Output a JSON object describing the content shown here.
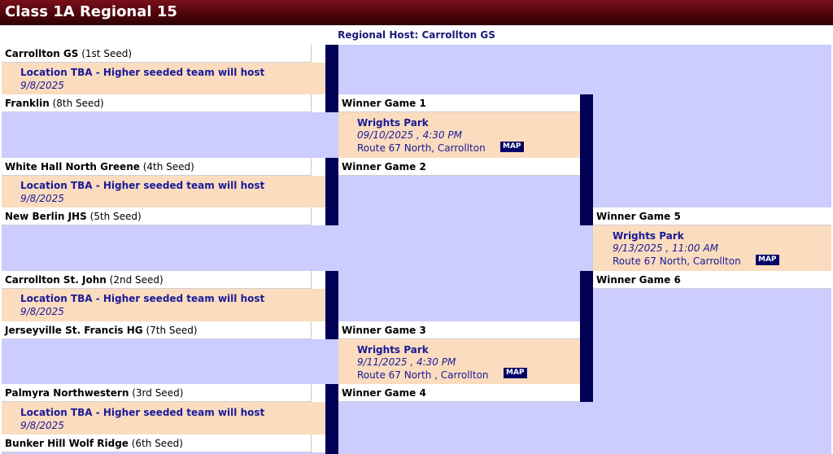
{
  "header": {
    "title": "Class 1A Regional 15"
  },
  "host": {
    "label": "Regional Host: Carrollton GS"
  },
  "round1": [
    {
      "team_a": "Carrollton GS",
      "seed_a": "(1st Seed)",
      "loc_title": "Location TBA - Higher seeded team will host",
      "loc_date": "9/8/2025",
      "team_b": "Franklin",
      "seed_b": "(8th Seed)"
    },
    {
      "team_a": "White Hall North Greene",
      "seed_a": "(4th Seed)",
      "loc_title": "Location TBA - Higher seeded team will host",
      "loc_date": "9/8/2025",
      "team_b": "New Berlin JHS",
      "seed_b": "(5th Seed)"
    },
    {
      "team_a": "Carrollton St. John",
      "seed_a": "(2nd Seed)",
      "loc_title": "Location TBA - Higher seeded team will host",
      "loc_date": "9/8/2025",
      "team_b": "Jerseyville St. Francis HG",
      "seed_b": "(7th Seed)"
    },
    {
      "team_a": "Palmyra Northwestern",
      "seed_a": "(3rd Seed)",
      "loc_title": "Location TBA - Higher seeded team will host",
      "loc_date": "9/8/2025",
      "team_b": "Bunker Hill Wolf Ridge",
      "seed_b": "(6th Seed)"
    }
  ],
  "round2": [
    {
      "top": "Winner Game 1",
      "venue": "Wrights Park",
      "datetime": "09/10/2025 , 4:30 PM",
      "address": "Route 67 North, Carrollton",
      "map": "MAP",
      "bottom": "Winner Game 2"
    },
    {
      "top": "Winner Game 3",
      "venue": "Wrights Park",
      "datetime": "9/11/2025 , 4:30 PM",
      "address": "Route 67 North , Carrollton",
      "map": "MAP",
      "bottom": "Winner Game 4"
    }
  ],
  "final": {
    "top": "Winner Game 5",
    "venue": "Wrights Park",
    "datetime": "9/13/2025 , 11:00 AM",
    "address": "Route 67 North, Carrollton",
    "map": "MAP",
    "bottom": "Winner Game 6"
  }
}
